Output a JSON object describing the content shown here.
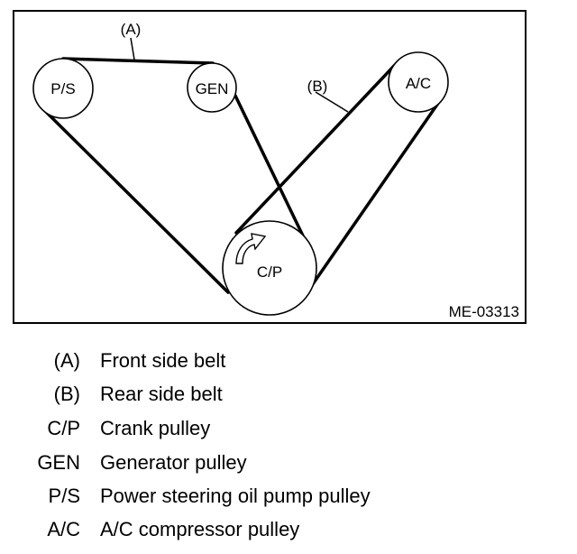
{
  "diagram": {
    "id_code": "ME-03313",
    "pulleys": {
      "ps": "P/S",
      "gen": "GEN",
      "ac": "A/C",
      "cp": "C/P"
    },
    "belt_labels": {
      "a": "(A)",
      "b": "(B)"
    },
    "icons": [
      "rotation-arrow-icon"
    ]
  },
  "legend": [
    {
      "key": "(A)",
      "text": "Front side belt"
    },
    {
      "key": "(B)",
      "text": "Rear side belt"
    },
    {
      "key": "C/P",
      "text": "Crank pulley"
    },
    {
      "key": "GEN",
      "text": "Generator pulley"
    },
    {
      "key": "P/S",
      "text": "Power steering oil pump pulley"
    },
    {
      "key": "A/C",
      "text": "A/C compressor pulley"
    }
  ]
}
